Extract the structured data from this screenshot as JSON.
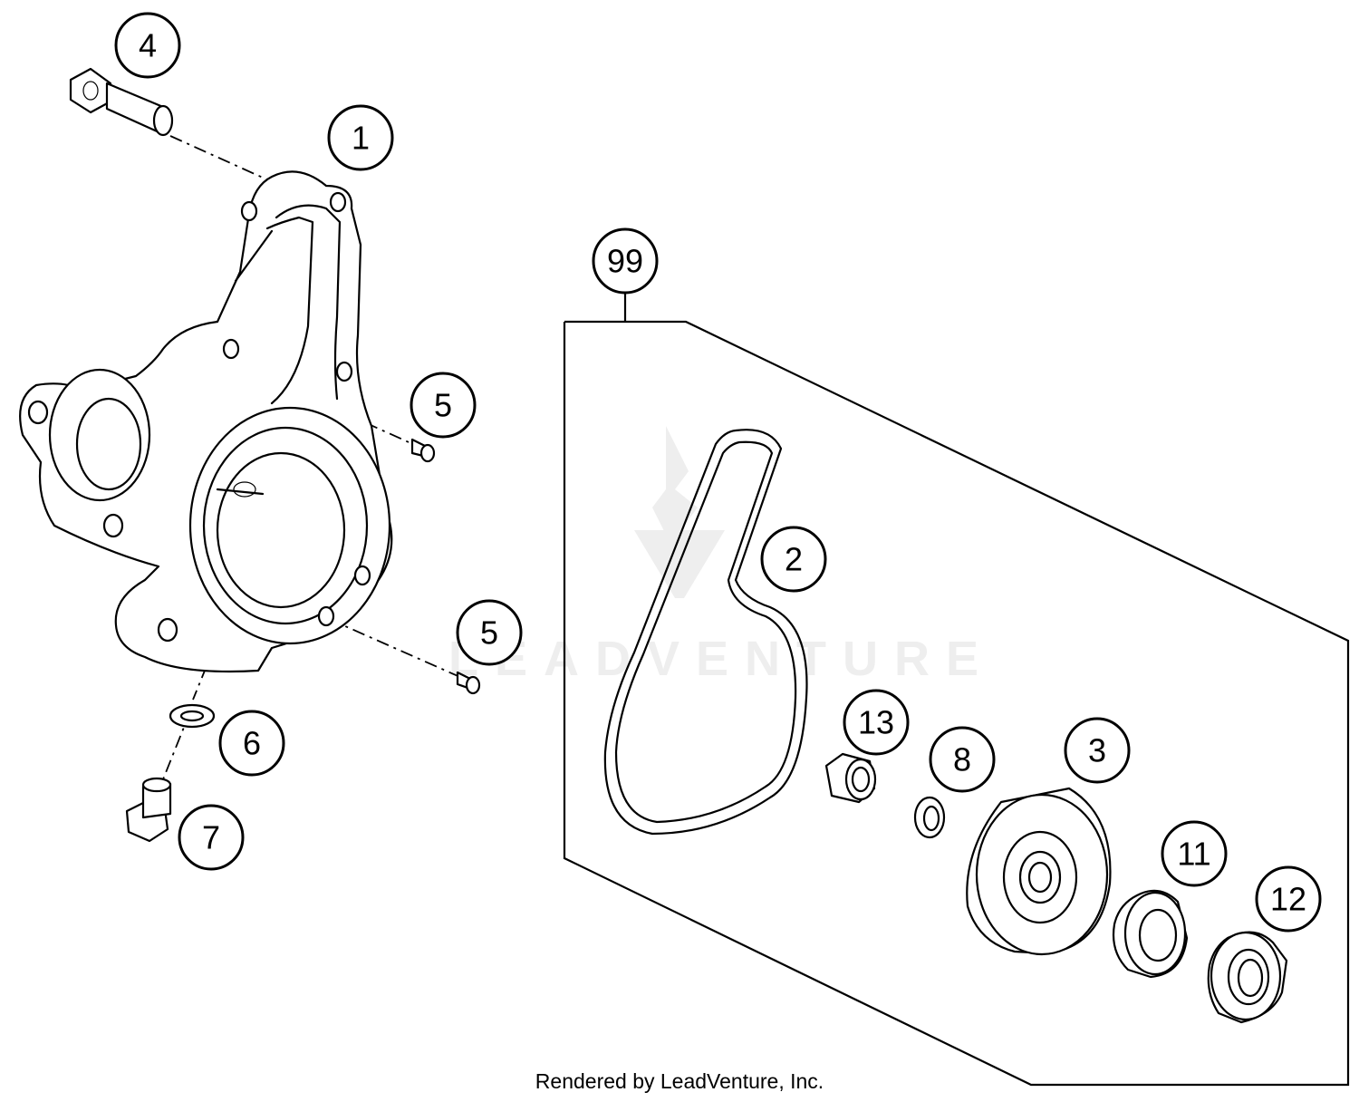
{
  "diagram": {
    "callouts": [
      {
        "id": "c4",
        "label": "4"
      },
      {
        "id": "c1",
        "label": "1"
      },
      {
        "id": "c99",
        "label": "99"
      },
      {
        "id": "c5a",
        "label": "5"
      },
      {
        "id": "c5b",
        "label": "5"
      },
      {
        "id": "c2",
        "label": "2"
      },
      {
        "id": "c6",
        "label": "6"
      },
      {
        "id": "c7",
        "label": "7"
      },
      {
        "id": "c13",
        "label": "13"
      },
      {
        "id": "c8",
        "label": "8"
      },
      {
        "id": "c3",
        "label": "3"
      },
      {
        "id": "c11",
        "label": "11"
      },
      {
        "id": "c12",
        "label": "12"
      }
    ],
    "watermark": "LEADVENTURE",
    "footer": "Rendered by LeadVenture, Inc."
  }
}
